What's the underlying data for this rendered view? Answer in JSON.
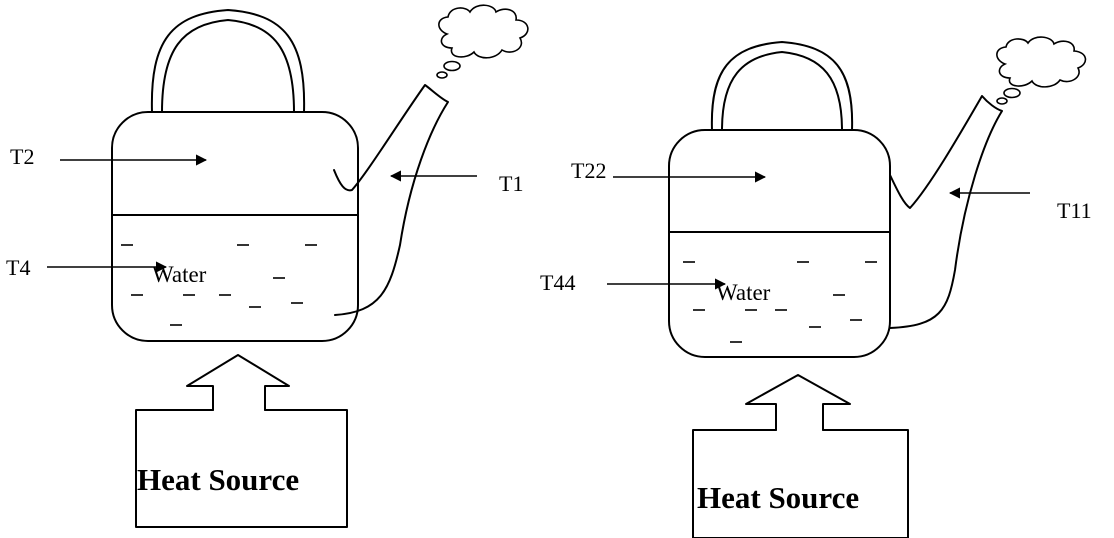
{
  "diagrams": [
    {
      "labels": {
        "top": "T2",
        "spout": "T1",
        "water": "T4"
      },
      "water_label": "Water",
      "heat_label": "Heat Source"
    },
    {
      "labels": {
        "top": "T22",
        "spout": "T11",
        "water": "T44"
      },
      "water_label": "Water",
      "heat_label": "Heat Source"
    }
  ]
}
